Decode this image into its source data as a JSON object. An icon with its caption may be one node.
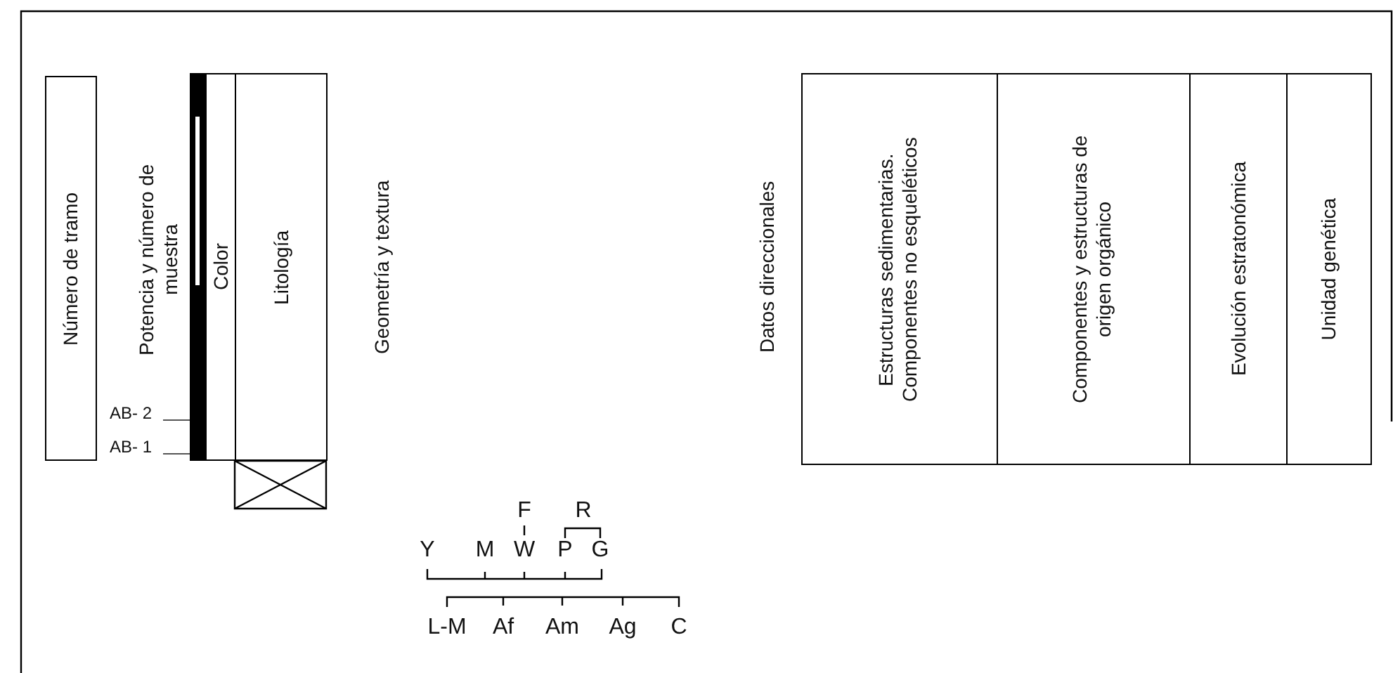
{
  "diagram": {
    "nodes": [
      {
        "text": [
          "Número de tramo"
        ]
      },
      {
        "text": [
          "AB- 2"
        ]
      },
      {
        "text": [
          "AB- 1"
        ]
      },
      {
        "text": [],
        "shape": "bar"
      },
      {
        "text": [
          "Color"
        ]
      },
      {
        "text": [
          "Litología"
        ]
      },
      {
        "text": [
          "Estructuras sedimentarias. Componentes no esqueléticos"
        ]
      },
      {
        "text": [
          "Componentes y estructuras de origen orgánico"
        ]
      },
      {
        "text": [
          "Evolución estratonómica"
        ]
      },
      {
        "text": [
          "Unidad genética"
        ]
      }
    ],
    "edges": [
      {
        "from": 1,
        "to": 3,
        "arrow": "none"
      },
      {
        "from": 2,
        "to": 3,
        "arrow": "none"
      }
    ],
    "labels": [
      "Potencia y número de muestra",
      "Geometría y textura",
      "Datos direccionales",
      "F",
      "R",
      "Y",
      "M",
      "W",
      "P",
      "G",
      "L-M",
      "Af",
      "Am",
      "Ag",
      "C"
    ]
  }
}
